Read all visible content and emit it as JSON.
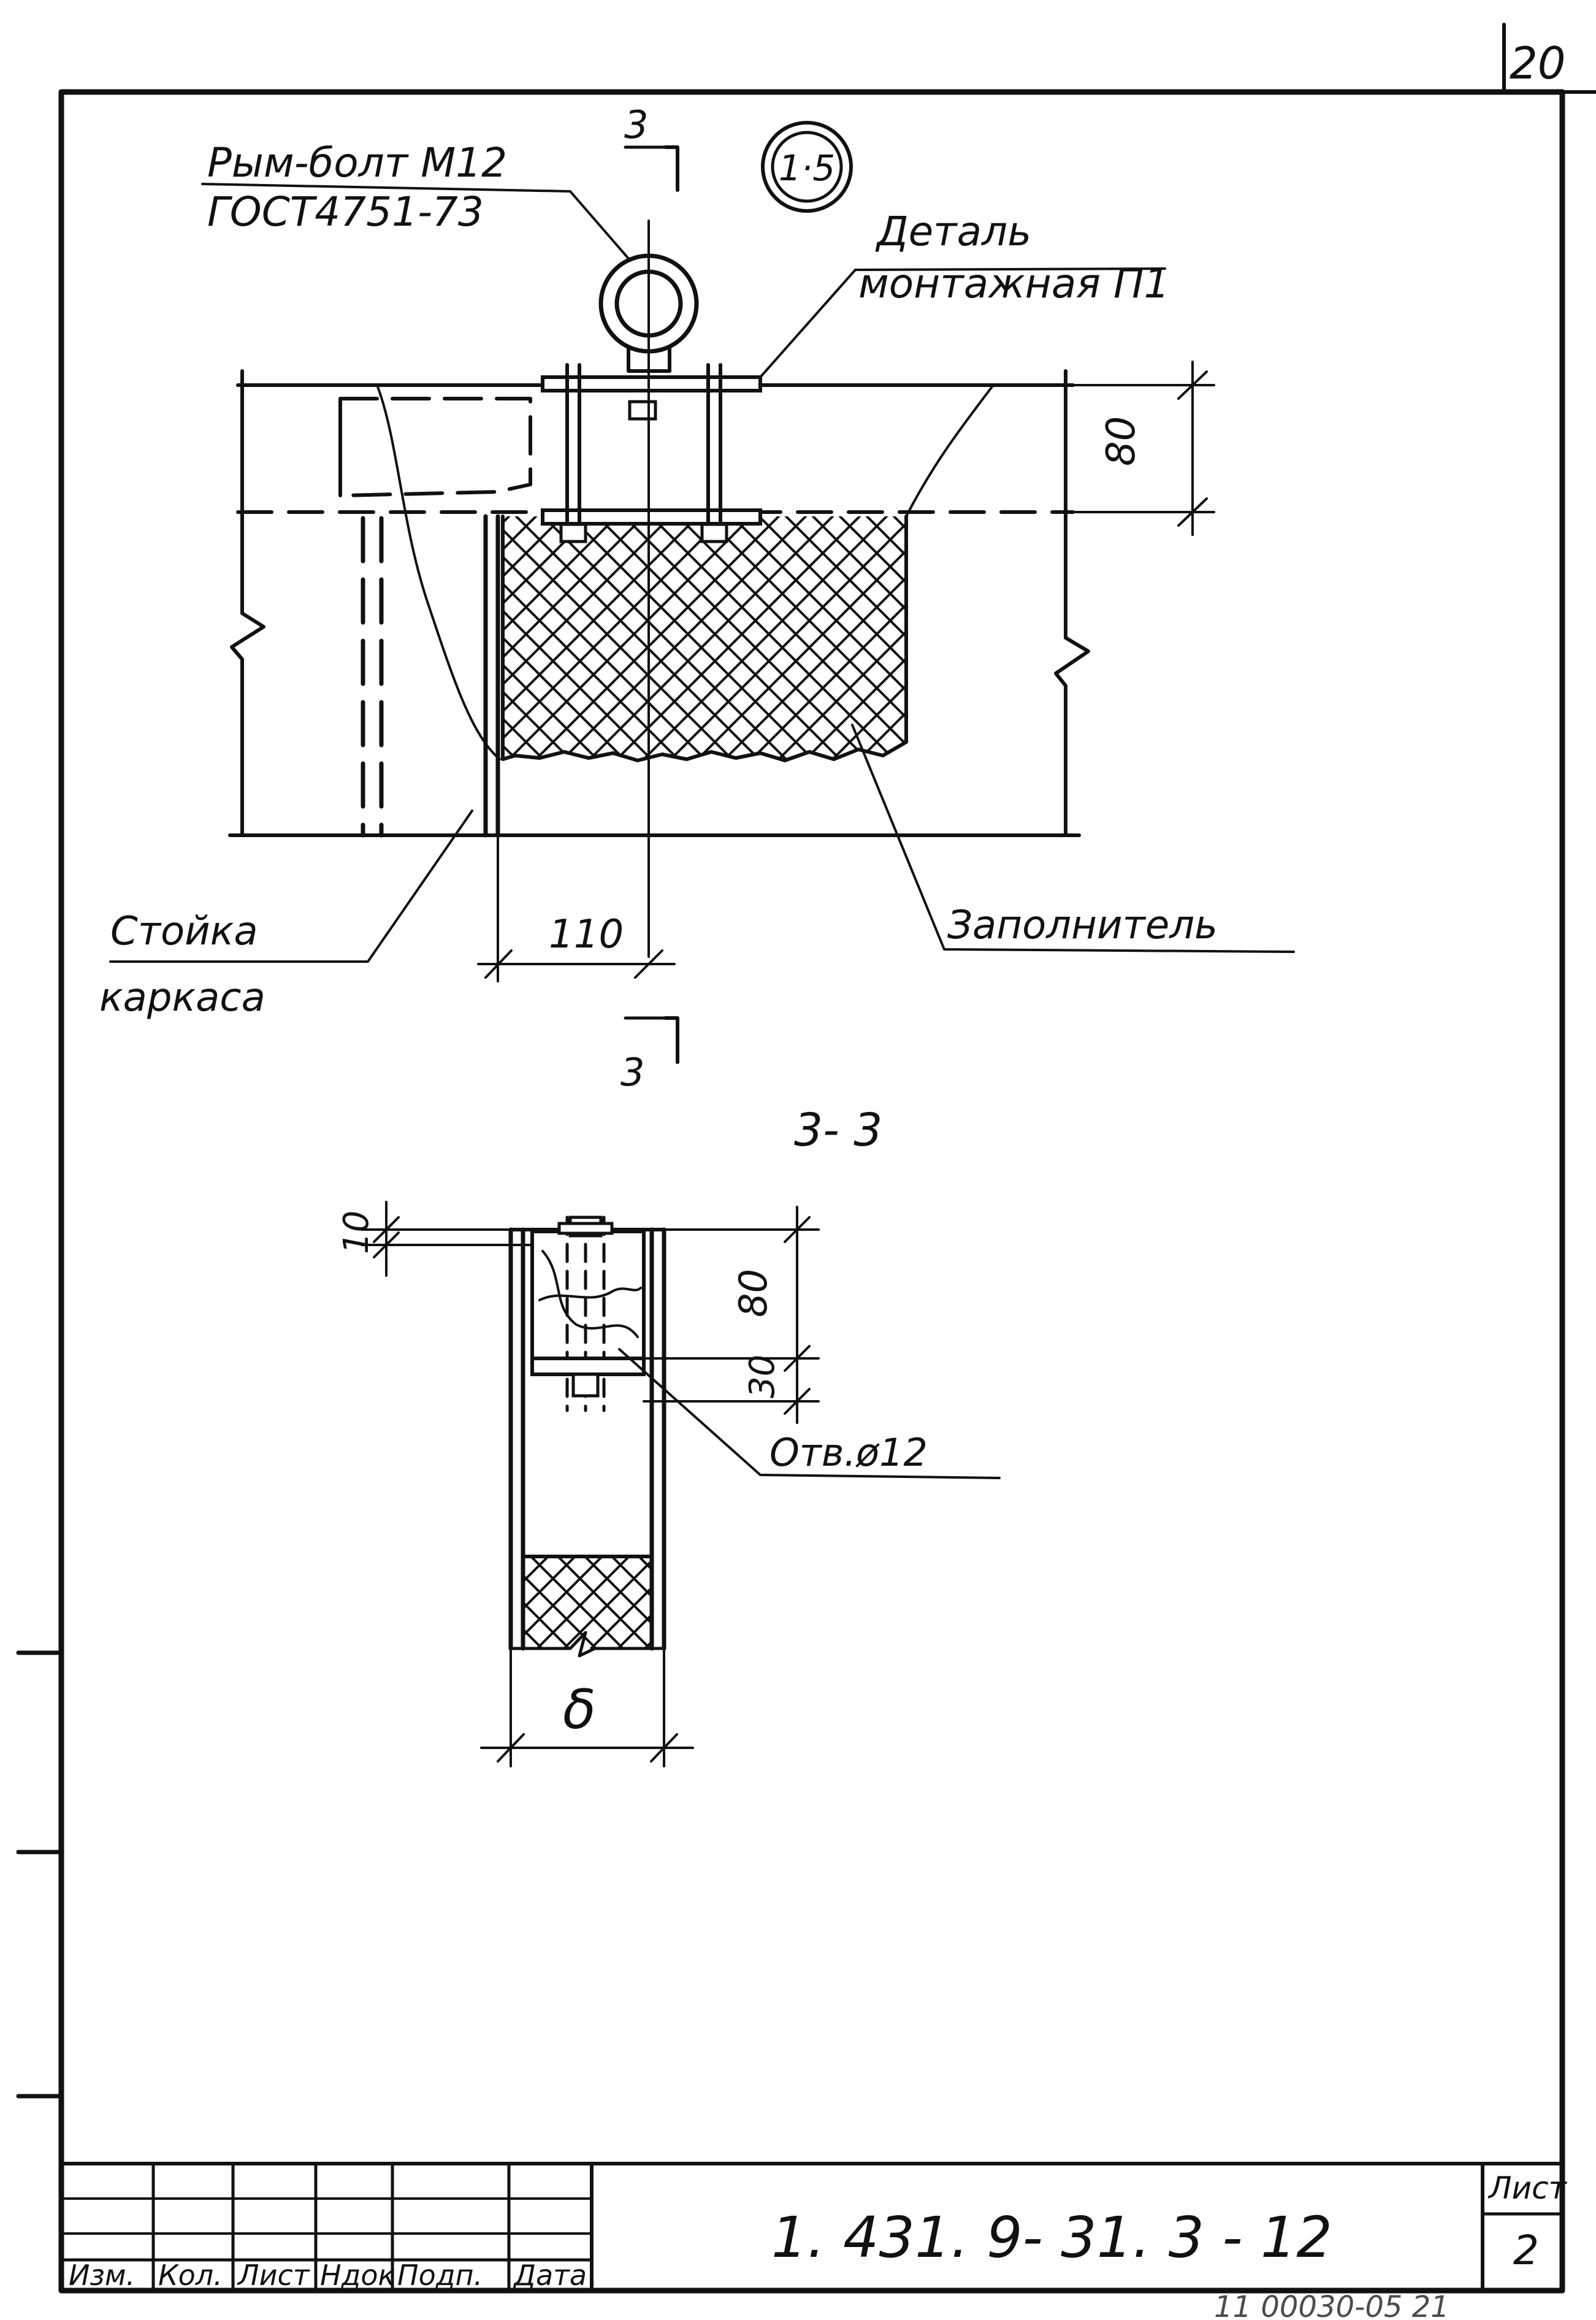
{
  "sheet": {
    "page_number": "20",
    "drawing_code": "1. 431. 9- 31. 3 - 12",
    "sheet_label": "Лист",
    "sheet_number": "2",
    "bottom_stamp": "11 00030-05 21"
  },
  "title_block": {
    "headers": [
      "Изм.",
      "Кол.",
      "Лист",
      "Ндок",
      "Подп.",
      "Дата"
    ]
  },
  "main_view": {
    "node_callout": "1·5",
    "section_marker": "3",
    "eyebolt_label_line1": "Рым-болт М12",
    "eyebolt_label_line2": "ГОСТ4751-73",
    "detail_label_line1": "Деталь",
    "detail_label_line2": "монтажная П1",
    "post_label_line1": "Стойка",
    "post_label_line2": "каркаса",
    "filler_label": "Заполнитель",
    "dim_height": "80",
    "dim_width": "110"
  },
  "section_view": {
    "title": "3- 3",
    "dim_top": "10",
    "dim_80": "80",
    "dim_30": "30",
    "hole_label": "Отв.ø12",
    "thickness_label": "δ"
  }
}
